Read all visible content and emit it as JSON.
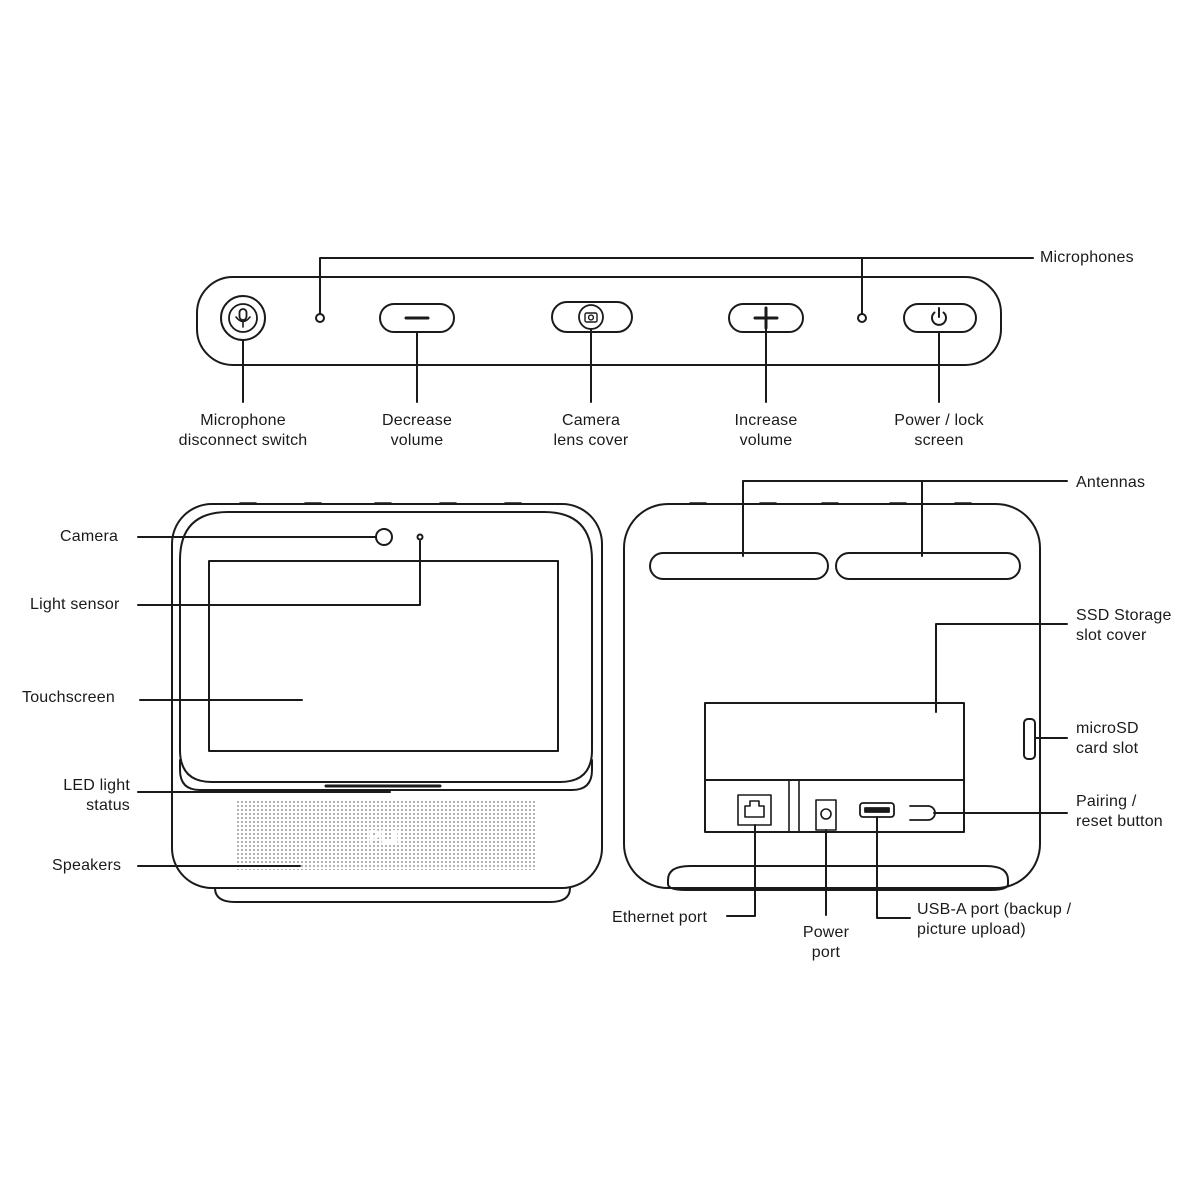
{
  "labels": {
    "microphones": "Microphones",
    "mic_switch": [
      "Microphone",
      "disconnect switch"
    ],
    "decrease_volume": [
      "Decrease",
      "volume"
    ],
    "camera_lens_cover": [
      "Camera",
      "lens cover"
    ],
    "increase_volume": [
      "Increase",
      "volume"
    ],
    "power_lock": [
      "Power / lock",
      "screen"
    ],
    "camera": "Camera",
    "light_sensor": "Light sensor",
    "touchscreen": "Touchscreen",
    "led_status": [
      "LED light",
      "status"
    ],
    "speakers": "Speakers",
    "antennas": "Antennas",
    "ssd_cover": [
      "SSD Storage",
      "slot cover"
    ],
    "microsd": [
      "microSD",
      "card slot"
    ],
    "pairing": [
      "Pairing /",
      "reset button"
    ],
    "ethernet": "Ethernet port",
    "power_port": [
      "Power",
      "port"
    ],
    "usb_a": [
      "USB-A port (backup /",
      "picture upload)"
    ]
  },
  "colors": {
    "stroke": "#1a1a1a",
    "text": "#1a1a1a",
    "speaker_grille": "#9a9a9a",
    "background": "#ffffff"
  },
  "icons": {
    "mic_switch": "microphone-icon",
    "decrease": "minus-icon",
    "camera_cover": "camera-icon",
    "increase": "plus-icon",
    "power": "power-icon",
    "ethernet": "ethernet-port-icon",
    "usb": "usb-port-icon"
  }
}
